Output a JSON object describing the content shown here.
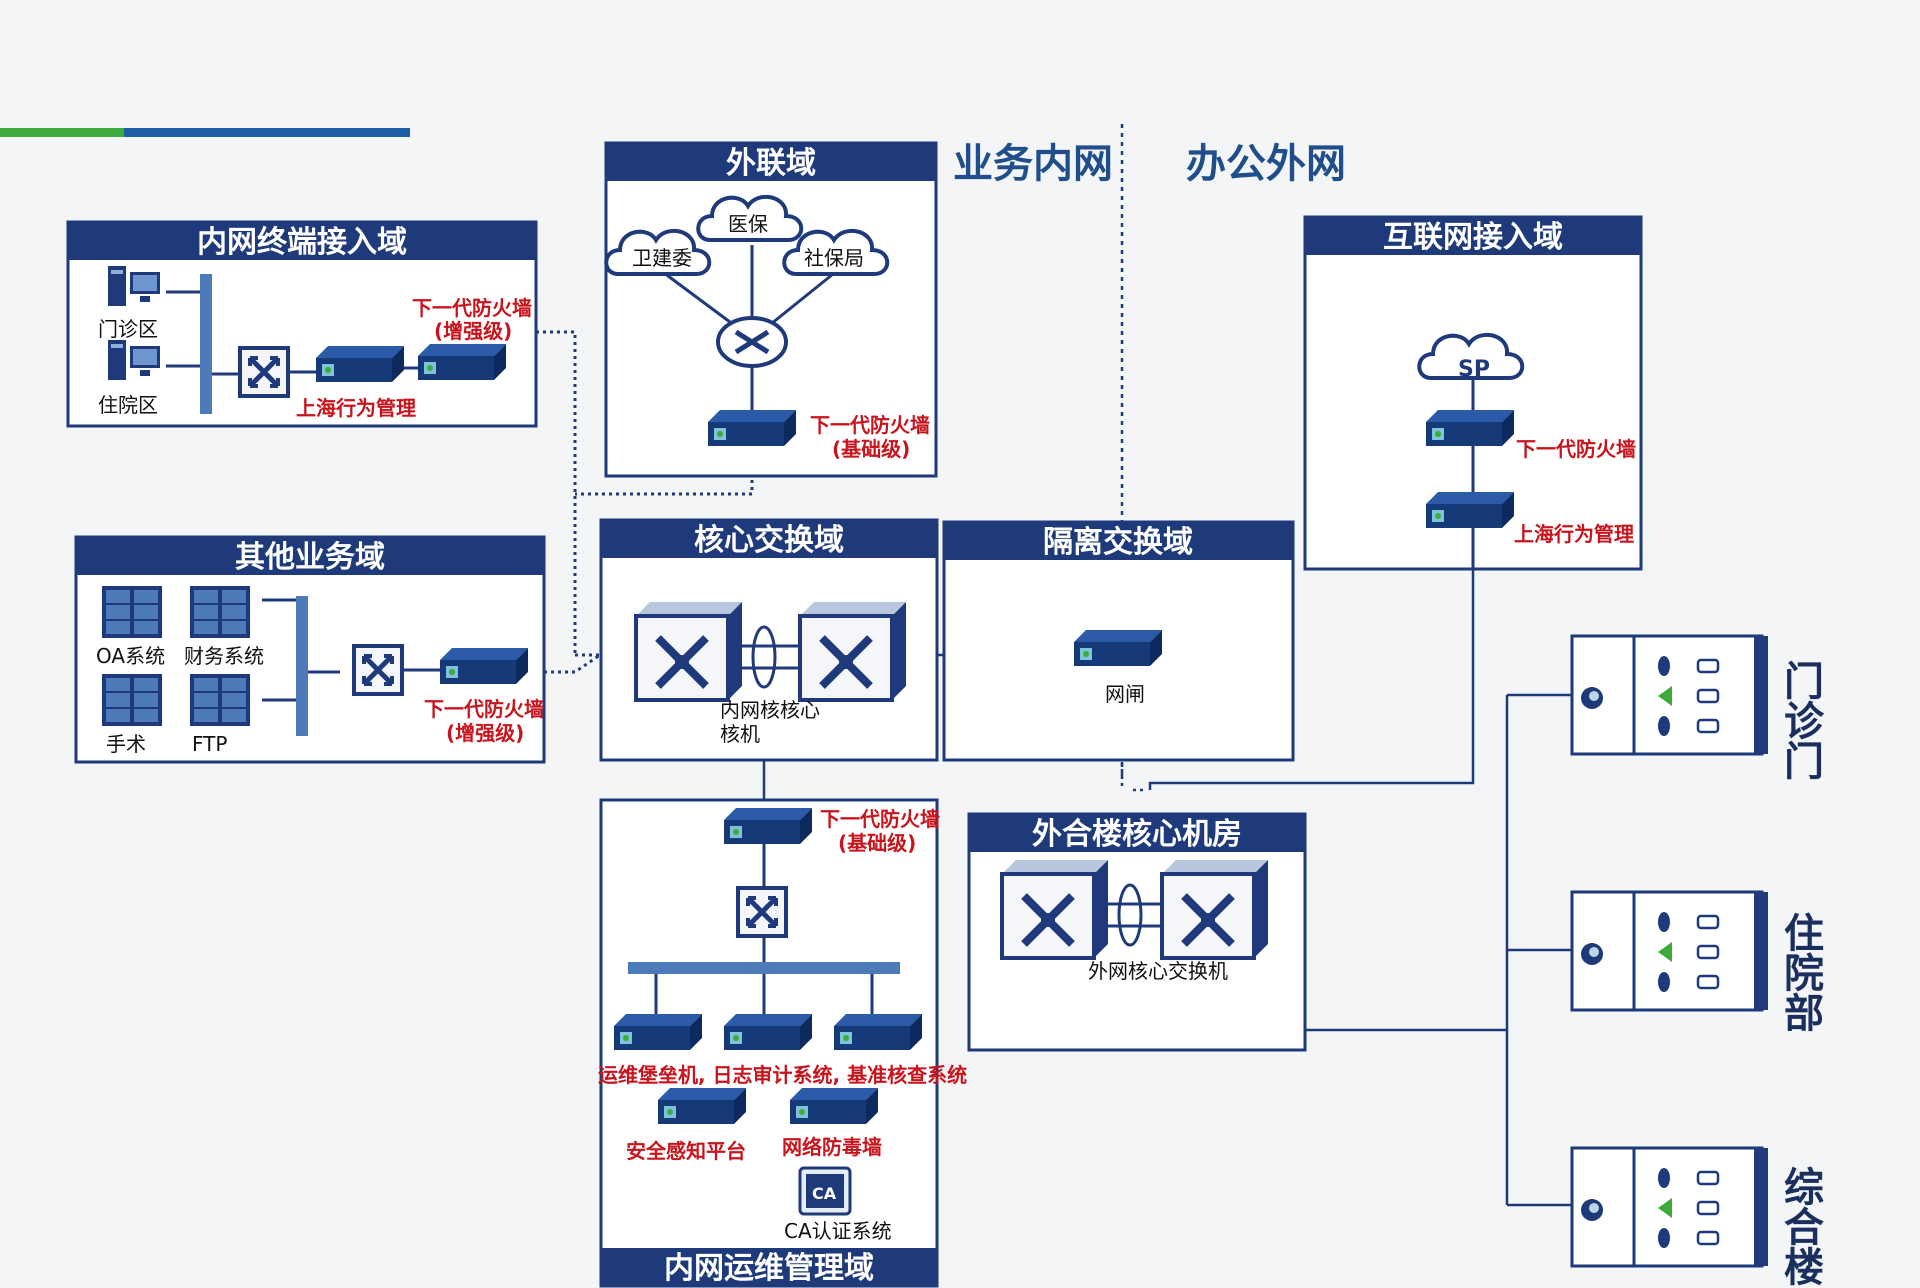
{
  "zones": {
    "business_intranet": "业务内网",
    "office_extranet": "办公外网"
  },
  "domains": {
    "terminal_access": {
      "title": "内网终端接入域",
      "outpatient_area": "门诊区",
      "inpatient_area": "住院区",
      "behavior_mgmt": "上海行为管理",
      "ngfw_line1": "下一代防火墙",
      "ngfw_line2": "(增强级)"
    },
    "external_link": {
      "title": "外联域",
      "health_commission": "卫建委",
      "medical_insurance": "医保",
      "social_security": "社保局",
      "ngfw_line1": "下一代防火墙",
      "ngfw_line2": "(基础级)"
    },
    "other_business": {
      "title": "其他业务域",
      "oa_system": "OA系统",
      "finance_system": "财务系统",
      "surgery": "手术",
      "ftp": "FTP",
      "ngfw_line1": "下一代防火墙",
      "ngfw_line2": "(增强级)"
    },
    "core_switch": {
      "title": "核心交换域",
      "label_line1": "内网核核心",
      "label_line2": "核机"
    },
    "isolation_switch": {
      "title": "隔离交换域",
      "gap_label": "网闸"
    },
    "internet_access": {
      "title": "互联网接入域",
      "sp": "SP",
      "ngfw": "下一代防火墙",
      "behavior_mgmt": "上海行为管理"
    },
    "ops_mgmt": {
      "title": "内网运维管理域",
      "ngfw_line1": "下一代防火墙",
      "ngfw_line2": "(基础级)",
      "ops_systems": "运维堡垒机, 日志审计系统, 基准核查系统",
      "security_awareness": "安全感知平台",
      "antivirus_wall": "网络防毒墙",
      "ca_icon_text": "CA",
      "ca_system": "CA认证系统"
    },
    "external_core": {
      "title": "外合楼核心机房",
      "label": "外网核心交换机"
    }
  },
  "buildings": [
    {
      "name": "门诊门"
    },
    {
      "name": "住院部"
    },
    {
      "name": "综合楼"
    }
  ],
  "colors": {
    "primary": "#1f3a7a",
    "accent_green": "#3daa3d",
    "accent_blue": "#1d5ea8",
    "alert_red": "#c8141c"
  }
}
